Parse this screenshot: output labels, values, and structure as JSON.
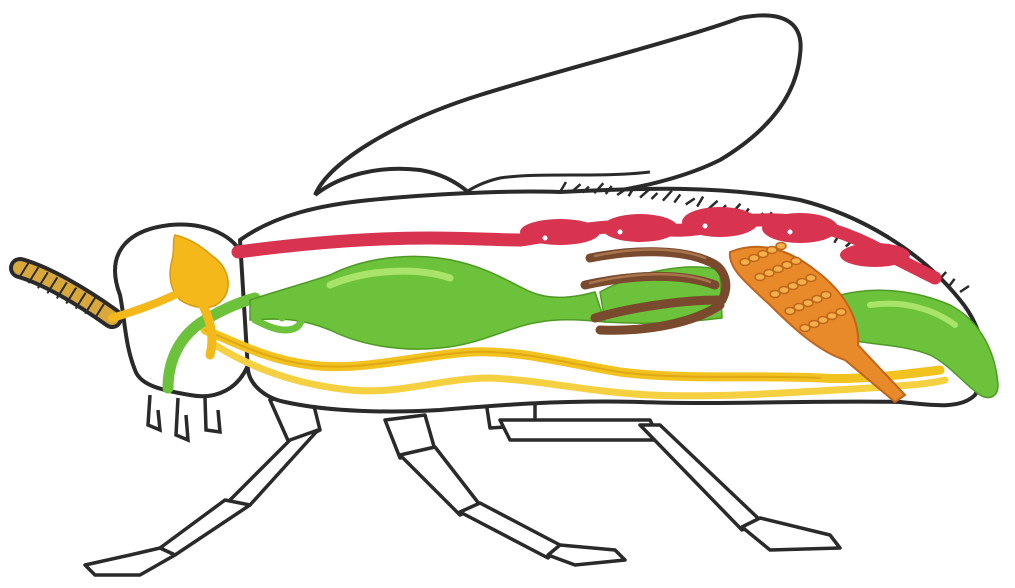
{
  "diagram": {
    "subject": "insect-internal-anatomy",
    "background": "#ffffff",
    "colors": {
      "outline": "#2a2a2a",
      "dorsal_vessel": "#d8344f",
      "digestive_tract": "#6cc23a",
      "digestive_highlight": "#a9e36a",
      "nervous_system": "#f2c21e",
      "brain": "#f5b81a",
      "malpighian_tubules": "#7a4a2e",
      "reproductive_organ": "#e8892a",
      "antenna": "#d9a83a"
    },
    "parts": [
      "dorsal-vessel",
      "digestive-tract",
      "nerve-cord",
      "brain",
      "malpighian-tubules",
      "reproductive-organ",
      "antenna",
      "wing",
      "legs"
    ]
  }
}
